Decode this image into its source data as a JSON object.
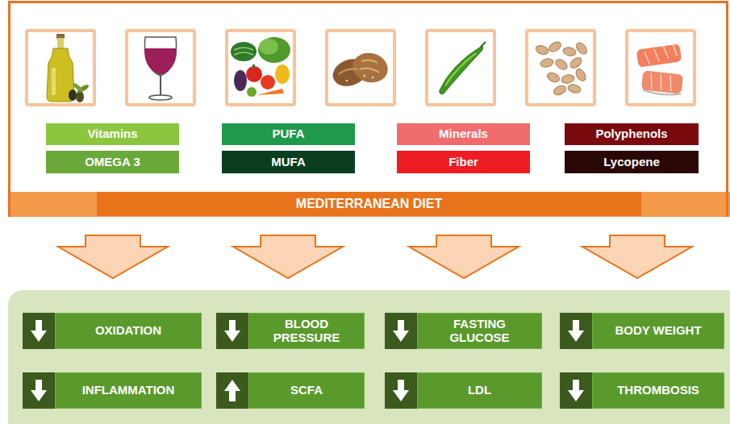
{
  "diagram": {
    "nodes": [
      {
        "text": [
          "MEDITERRANEAN DIET"
        ]
      },
      {
        "text": [
          "Vitamins"
        ],
        "in": 0
      },
      {
        "text": [
          "PUFA"
        ],
        "in": 0
      },
      {
        "text": [
          "Minerals"
        ],
        "in": 0
      },
      {
        "text": [
          "Polyphenols"
        ],
        "in": 0
      },
      {
        "text": [
          "OMEGA 3"
        ],
        "in": 0
      },
      {
        "text": [
          "MUFA"
        ],
        "in": 0
      },
      {
        "text": [
          "Fiber"
        ],
        "in": 0
      },
      {
        "text": [
          "Lycopene"
        ],
        "in": 0
      },
      {
        "text": [
          "OXIDATION"
        ]
      },
      {
        "text": [
          "BLOOD PRESSURE"
        ]
      },
      {
        "text": [
          "FASTING GLUCOSE"
        ]
      },
      {
        "text": [
          "BODY WEIGHT"
        ]
      },
      {
        "text": [
          "INFLAMMATION"
        ]
      },
      {
        "text": [
          "SCFA"
        ]
      },
      {
        "text": [
          "LDL"
        ]
      },
      {
        "text": [
          "THROMBOSIS"
        ]
      }
    ]
  }
}
